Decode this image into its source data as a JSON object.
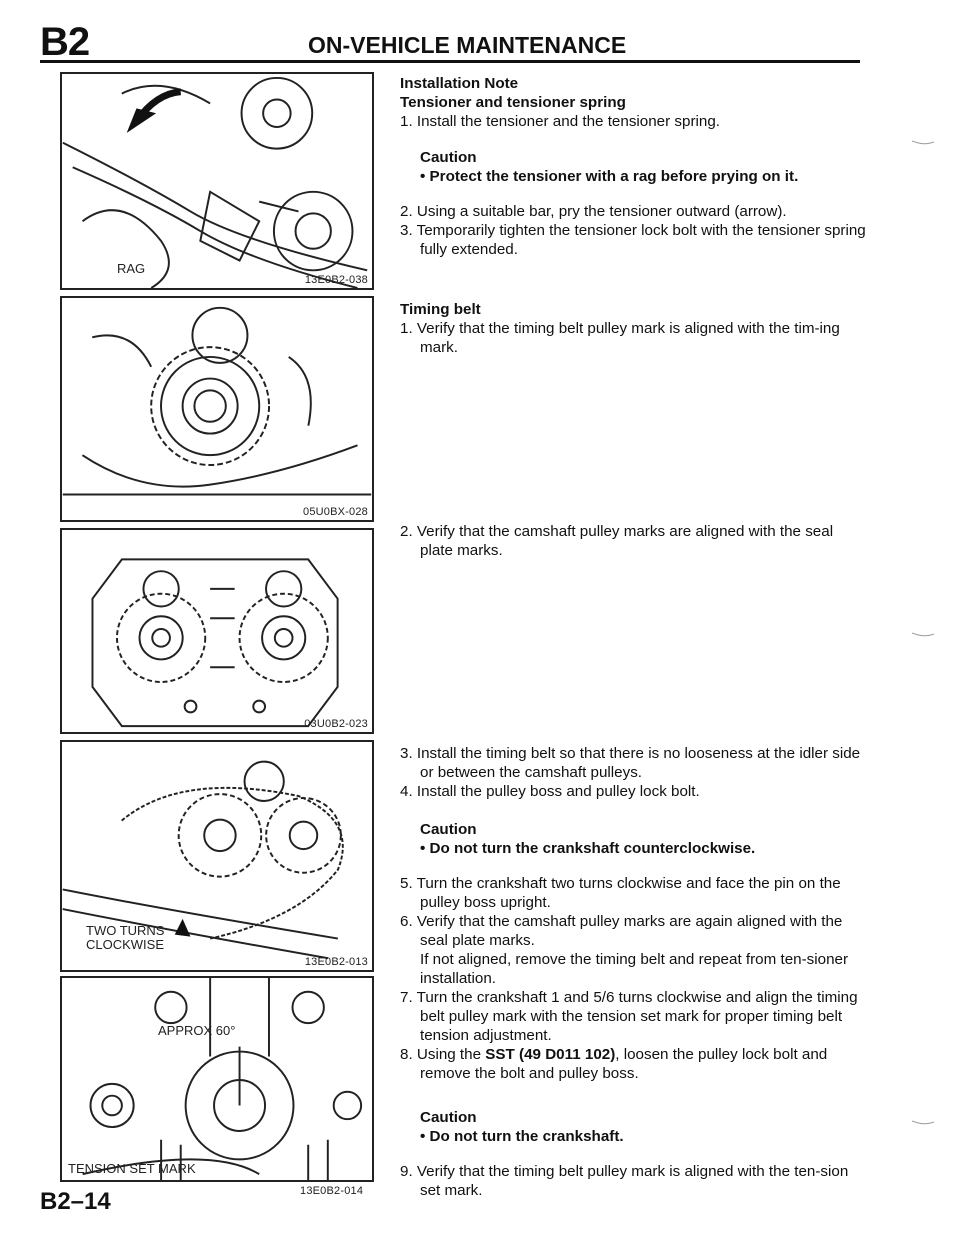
{
  "header": {
    "section_code": "B2",
    "title": "ON-VEHICLE MAINTENANCE"
  },
  "figures": [
    {
      "code": "13E0B2-038",
      "labels": [
        "RAG"
      ]
    },
    {
      "code": "05U0BX-028",
      "labels": []
    },
    {
      "code": "03U0B2-023",
      "labels": []
    },
    {
      "code": "13E0B2-013",
      "labels": [
        "TWO TURNS",
        "CLOCKWISE"
      ]
    },
    {
      "code": "13E0B2-014",
      "labels": [
        "APPROX 60°",
        "TENSION SET MARK"
      ]
    }
  ],
  "page_number": "B2–14",
  "text": {
    "installation_note": "Installation Note",
    "tensioner_heading": "Tensioner and tensioner spring",
    "t1": "1. Install the tensioner and the tensioner spring.",
    "caution_label": "Caution",
    "caution1": "• Protect the tensioner with a rag before prying on it.",
    "t2": "2. Using a suitable bar, pry the tensioner outward (arrow).",
    "t3": "3. Temporarily tighten the tensioner lock bolt with the tensioner spring fully extended.",
    "timing_heading": "Timing belt",
    "b1": "1. Verify that the timing belt pulley mark is aligned with the tim-ing mark.",
    "b2": "2. Verify that the camshaft pulley marks are aligned with the seal plate marks.",
    "b3": "3. Install the timing belt so that there is no looseness at the idler side or between the camshaft pulleys.",
    "b4": "4. Install the pulley boss and pulley lock bolt.",
    "caution2": "• Do not turn the crankshaft counterclockwise.",
    "b5": "5. Turn the crankshaft two turns clockwise and face the pin on the pulley boss upright.",
    "b6": "6. Verify that the camshaft pulley marks are again aligned with the seal plate marks.",
    "b6b": "If not aligned, remove the timing belt and repeat from ten-sioner installation.",
    "b7": "7. Turn the crankshaft 1 and 5/6 turns clockwise and align the timing belt pulley mark with the tension set mark for proper timing belt tension adjustment.",
    "b8_pre": "8. Using the ",
    "b8_bold": "SST (49 D011 102)",
    "b8_post": ", loosen the pulley lock bolt and remove the bolt and pulley boss.",
    "caution3": "• Do not turn the crankshaft.",
    "b9": "9. Verify that the timing belt pulley mark is aligned with the ten-sion set mark."
  },
  "colors": {
    "ink": "#111111",
    "paper": "#ffffff"
  }
}
